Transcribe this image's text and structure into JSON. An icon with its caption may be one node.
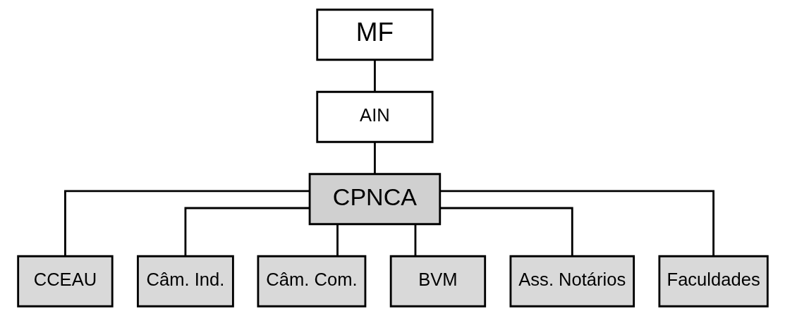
{
  "diagram": {
    "nodes": [
      {
        "text": [
          "MF"
        ]
      },
      {
        "text": [
          "AIN"
        ]
      },
      {
        "text": [
          "CPNCA"
        ]
      },
      {
        "text": [
          "CCEAU"
        ]
      },
      {
        "text": [
          "Câm. Ind."
        ]
      },
      {
        "text": [
          "Câm. Com."
        ]
      },
      {
        "text": [
          "BVM"
        ]
      },
      {
        "text": [
          "Ass. Notários"
        ]
      },
      {
        "text": [
          "Faculdades"
        ]
      }
    ],
    "edges": [
      {
        "from": 0,
        "to": 1,
        "arrow": "none"
      },
      {
        "from": 1,
        "to": 2,
        "arrow": "none"
      },
      {
        "from": 2,
        "to": 3,
        "arrow": "none"
      },
      {
        "from": 2,
        "to": 4,
        "arrow": "none"
      },
      {
        "from": 2,
        "to": 5,
        "arrow": "none"
      },
      {
        "from": 2,
        "to": 6,
        "arrow": "none"
      },
      {
        "from": 2,
        "to": 7,
        "arrow": "none"
      },
      {
        "from": 2,
        "to": 8,
        "arrow": "none"
      }
    ]
  }
}
